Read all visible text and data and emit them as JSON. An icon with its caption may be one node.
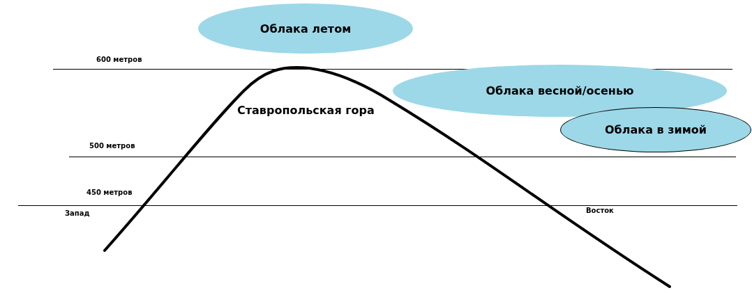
{
  "diagram": {
    "nodes": [
      {
        "text": [
          "Облака летом"
        ]
      },
      {
        "text": [
          "Облака весной/осенью"
        ]
      },
      {
        "text": [
          "Облака в зимой"
        ]
      }
    ],
    "labels": [
      "600 метров",
      "Ставропольская гора",
      "500 метров",
      "450 метров",
      "Запад",
      "Восток"
    ]
  }
}
